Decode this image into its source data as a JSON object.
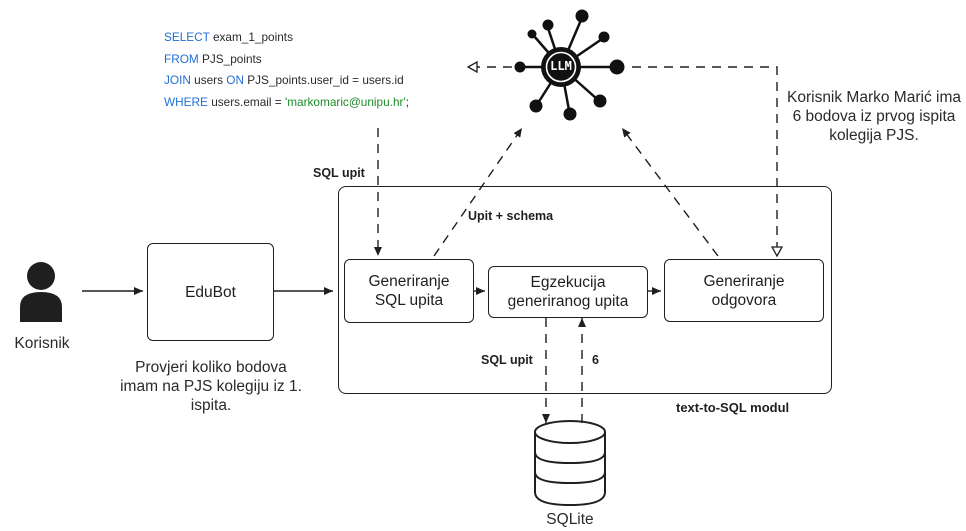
{
  "sql_query": {
    "line1_kw": "SELECT",
    "line1_rest": " exam_1_points",
    "line2_kw": "FROM",
    "line2_rest": " PJS_points",
    "line3_kw1": "JOIN",
    "line3_mid": " users ",
    "line3_kw2": "ON",
    "line3_rest": " PJS_points.user_id = users.id",
    "line4_kw": "WHERE",
    "line4_mid": " users.email = ",
    "line4_str": "'markomaric@unipu.hr'",
    "line4_end": ";"
  },
  "nodes": {
    "llm_label": "LLM",
    "user_label": "Korisnik",
    "edubot_label": "EduBot",
    "gen_sql_label": "Generiranje SQL upita",
    "exec_label": "Egzekucija generiranog upita",
    "gen_answer_label": "Generiranje odgovora",
    "db_label": "SQLite",
    "module_label": "text-to-SQL modul"
  },
  "edge_labels": {
    "sql_upit_top": "SQL upit",
    "upit_schema": "Upit + schema",
    "sql_upit_bottom": "SQL upit",
    "result_six": "6"
  },
  "texts": {
    "user_question": "Provjeri koliko bodova imam na PJS kolegiju iz 1. ispita.",
    "llm_answer": "Korisnik Marko Marić ima 6 bodova iz prvog ispita kolegija PJS."
  },
  "colors": {
    "keyword": "#1f6fd6",
    "string": "#1f8a2a",
    "ink": "#1f1f1f"
  }
}
